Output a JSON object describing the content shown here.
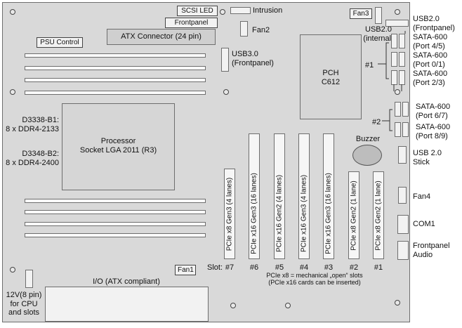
{
  "top_labels": {
    "scsi_led": "SCSI LED",
    "frontpanel": "Frontpanel",
    "psu_control": "PSU Control",
    "atx_connector": "ATX Connector (24 pin)",
    "intrusion": "Intrusion",
    "fan2": "Fan2",
    "fan3": "Fan3",
    "usb20_internal": "USB2.0\n(internal)",
    "usb30_frontpanel": "USB3.0\n(Frontpanel)"
  },
  "chips": {
    "pch": "PCH\nC612",
    "processor": "Processor\nSocket LGA 2011 (R3)",
    "buzzer": "Buzzer"
  },
  "memory": {
    "d3338": "D3338-B1:\n8 x DDR4-2133",
    "d3348": "D3348-B2:\n8 x DDR4-2400"
  },
  "right_labels": {
    "usb20_frontpanel": "USB2.0\n(Frontpanel)",
    "sata_45": "SATA-600\n(Port 4/5)",
    "sata_01": "SATA-600\n(Port 0/1)",
    "sata_23": "SATA-600\n(Port 2/3)",
    "sata_67": "SATA-600\n(Port 6/7)",
    "sata_89": "SATA-600\n(Port 8/9)",
    "group1": "#1",
    "group2": "#2",
    "usb20_stick": "USB 2.0\nStick",
    "fan4": "Fan4",
    "com1": "COM1",
    "frontpanel_audio": "Frontpanel\nAudio"
  },
  "slots": [
    {
      "label": "PCIe x8 Gen3 (4 lanes)",
      "number": "#7"
    },
    {
      "label": "PCIe x16 Gen3 (16 lanes)",
      "number": "#6"
    },
    {
      "label": "PCIe x16 Gen2 (4 lanes)",
      "number": "#5"
    },
    {
      "label": "PCIe x16 Gen3 (4 lanes)",
      "number": "#4"
    },
    {
      "label": "PCIe x16 Gen3 (16 lanes)",
      "number": "#3"
    },
    {
      "label": "PCIe x8 Gen2 (1 lane)",
      "number": "#2"
    },
    {
      "label": "PCIe x8 Gen2 (1 lane)",
      "number": "#1"
    }
  ],
  "bottom": {
    "slot_prefix": "Slot:",
    "note": "PCIe x8 = mechanical „open“ slots\n(PCIe x16 cards can be inserted)",
    "fan1": "Fan1",
    "io": "I/O (ATX compliant)",
    "power12v": "12V(8 pin)\nfor CPU\nand slots"
  }
}
